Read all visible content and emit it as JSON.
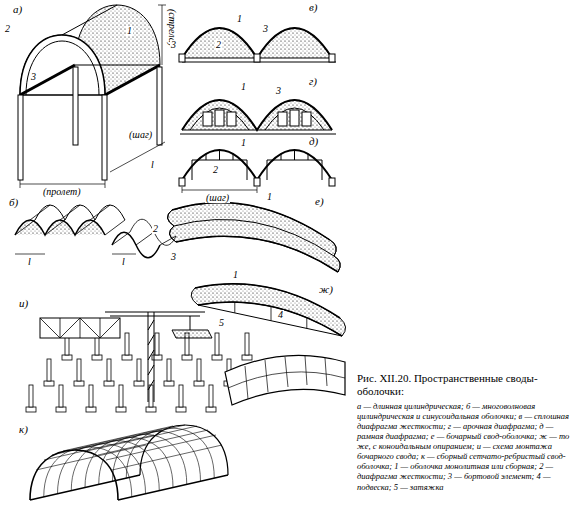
{
  "diagram": {
    "title": "Рис. XII.20. Пространственные своды-оболочки:",
    "caption": "а — длинная цилиндрическая; б — многоволновая цилиндрическая и синусоидальная оболочки; в — сплошная диафрагма жесткости; г — арочная диафрагма; д — рамная диафрагма; е — бочарный свод-оболочка; ж — то же, с коноидальным опиранием; и — схема монтажа бочарного свода; к — сборный сетчато-ребристый свод-оболочка; 1 — оболочка монолитная или сборная; 2 — диафрагма жесткости; 3 — бортовой элемент; 4 — подвеска; 5 — затяжка",
    "labels": [
      "а)",
      "2",
      "1",
      "3",
      "(стрела)",
      "(пролет)",
      "(шаг)",
      "l",
      "в)",
      "3",
      "1",
      "3",
      "2",
      "г)",
      "1",
      "3",
      "д)",
      "2",
      "1",
      "(шаг)",
      "б)",
      "l",
      "l",
      "е)",
      "1",
      "2",
      "3",
      "ж)",
      "1",
      "4",
      "5",
      "и)",
      "к)"
    ]
  }
}
